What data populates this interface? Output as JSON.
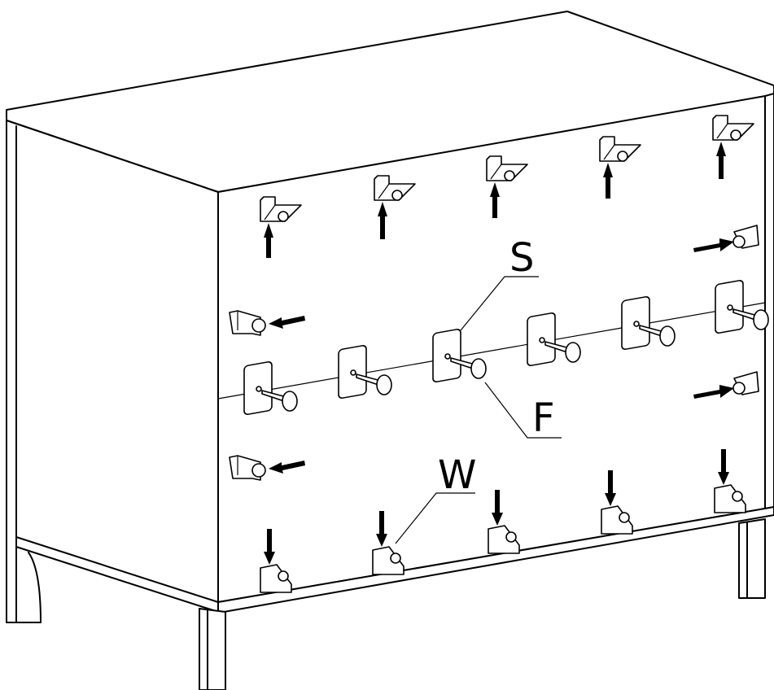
{
  "labels": {
    "s": "S",
    "f": "F",
    "w": "W"
  }
}
